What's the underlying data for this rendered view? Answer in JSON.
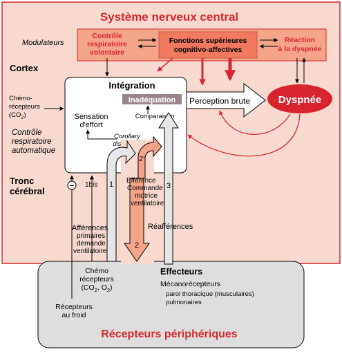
{
  "colors": {
    "snc_fill": "#f7d9cf",
    "frame_red": "#d9282f",
    "box_salmon": "#f4a487",
    "box_dark_salmon": "#ef7a5e",
    "effector_fill": "#dedede",
    "arrow_grey": "#e6e6e6",
    "inadequation_fill": "#9a8688",
    "dyspnee_red": "#d8242c"
  },
  "labels": {
    "snc_title": "Système nerveux central",
    "modulateurs": "Modulateurs",
    "controle_resp_vol_1": "Contrôle",
    "controle_resp_vol_2": "respiratoire",
    "controle_resp_vol_3": "volontaire",
    "fonctions_sup_1": "Fonctions supérieures",
    "fonctions_sup_2": "cognitivo-affectives",
    "reaction_1": "Réaction",
    "reaction_2": "à la dyspnée",
    "cortex": "Cortex",
    "integration": "Intégration",
    "inadequation": "Inadéquation",
    "perception_brute": "Perception brute",
    "dyspnee": "Dyspnée",
    "chemo_central_1": "Chémo-",
    "chemo_central_2": "récepteurs",
    "chemo_central_3": "(CO",
    "chemo_central_sub": "2",
    "chemo_central_4": ")",
    "sensation_1": "Sensation",
    "sensation_2": "d'effort",
    "comparaison": "Comparaison",
    "corollary_1": "Corollary",
    "corollary_2": "discharge",
    "two_prime": "2'",
    "auto_1": "Contrôle",
    "auto_2": "respiratoire",
    "auto_3": "automatique",
    "tronc_1": "Tronc",
    "tronc_2": "cérébral",
    "minus": "−",
    "one_bis": "1bis",
    "num_1": "1",
    "num_2": "2",
    "num_3": "3",
    "efference_1": "Efférence",
    "efference_2": "Commande",
    "efference_3": "motrice",
    "efference_4": "ventilatoire",
    "afferences_1": "Afférences",
    "afferences_2": "primaires",
    "afferences_3": "demande",
    "afferences_4": "ventilatoire",
    "reafferences": "Réafférences",
    "chemo_periph_1": "Chémo",
    "chemo_periph_2": "récepteurs",
    "chemo_periph_3": "(CO",
    "chemo_periph_sub1": "2",
    "chemo_periph_4": ", O",
    "chemo_periph_sub2": "2",
    "chemo_periph_5": ")",
    "effecteurs": "Effecteurs",
    "mecano": "Mécanorécepteurs",
    "paroi_1": "paroi thoracique (musculaires)",
    "paroi_2": "pulmonaires",
    "recepteurs_froid_1": "Récepteurs",
    "recepteurs_froid_2": "au froid",
    "periph_title": "Récepteurs périphériques"
  }
}
